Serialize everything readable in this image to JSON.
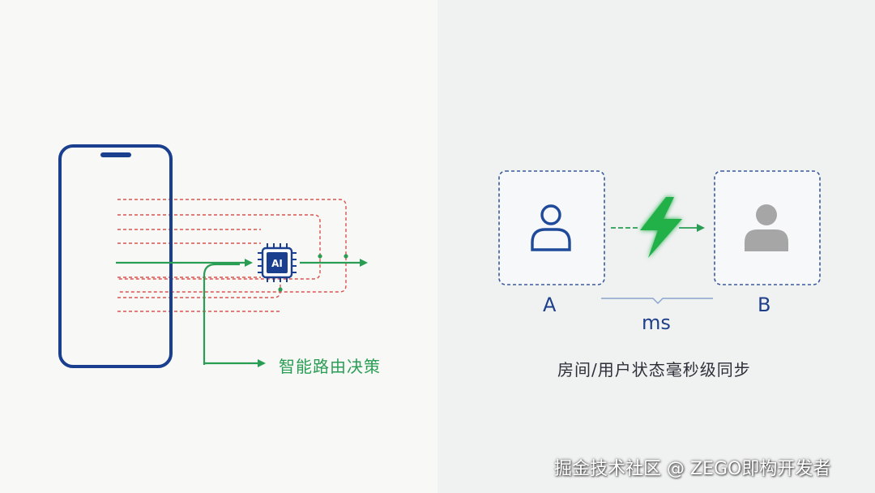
{
  "left": {
    "chip_label": "AI",
    "decision_label": "智能路由决策"
  },
  "right": {
    "user_a_label": "A",
    "user_b_label": "B",
    "latency_label": "ms",
    "caption": "房间/用户状态毫秒级同步"
  },
  "watermark": "掘金技术社区 @ ZEGO即构开发者",
  "colors": {
    "phone_blue": "#1a3f8f",
    "route_green": "#2a9d55",
    "path_red": "#d9534f",
    "user_b_gray": "#a6a6a6",
    "box_dash_blue": "#3a5a9c"
  },
  "icons": [
    "phone-icon",
    "ai-chip-icon",
    "user-icon",
    "lightning-icon"
  ]
}
